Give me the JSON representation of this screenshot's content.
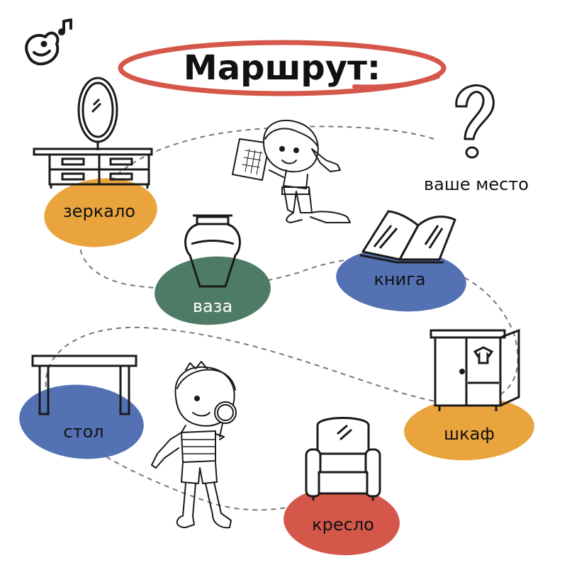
{
  "title": "Маршрут:",
  "start_label": "ваше место",
  "stops": [
    {
      "label": "зеркало",
      "color": "#EAA43D"
    },
    {
      "label": "ваза",
      "color": "#4E7B66"
    },
    {
      "label": "книга",
      "color": "#5472B3"
    },
    {
      "label": "шкаф",
      "color": "#EAA43D"
    },
    {
      "label": "стол",
      "color": "#5472B3"
    },
    {
      "label": "кресло",
      "color": "#D4574A"
    }
  ],
  "colors": {
    "title_ring": "#D4574A",
    "ink": "#1a1a1a",
    "route_line": "#777777"
  },
  "icons": [
    "bird-logo-icon",
    "question-mark-icon",
    "mirror-dresser-icon",
    "vase-icon",
    "open-book-icon",
    "wardrobe-icon",
    "table-icon",
    "armchair-icon",
    "girl-with-map-icon",
    "boy-with-magnifier-icon"
  ]
}
